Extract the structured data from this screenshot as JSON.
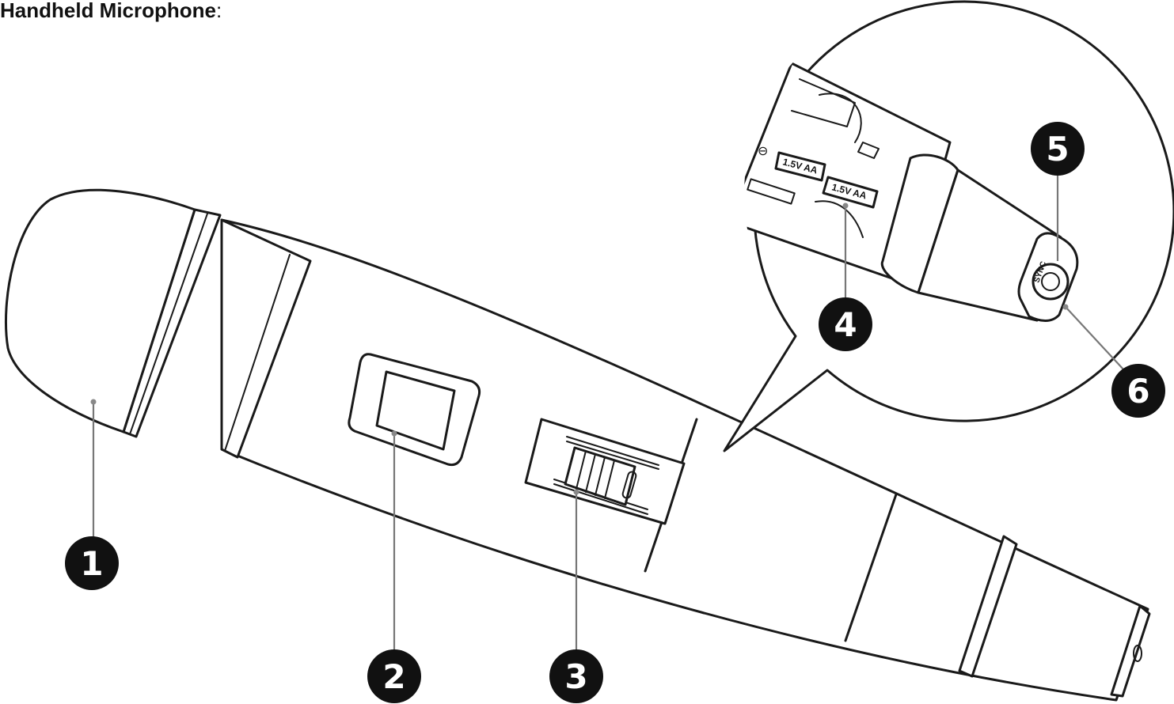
{
  "title": {
    "bold": "Handheld Microphone",
    "suffix": ":"
  },
  "callouts": [
    {
      "number": "1"
    },
    {
      "number": "2"
    },
    {
      "number": "3"
    },
    {
      "number": "4"
    },
    {
      "number": "5"
    },
    {
      "number": "6"
    }
  ],
  "battery_labels": [
    "1.5V AA",
    "1.5V AA"
  ],
  "polarity_symbol": "⊖",
  "sync_label": "SYNC"
}
